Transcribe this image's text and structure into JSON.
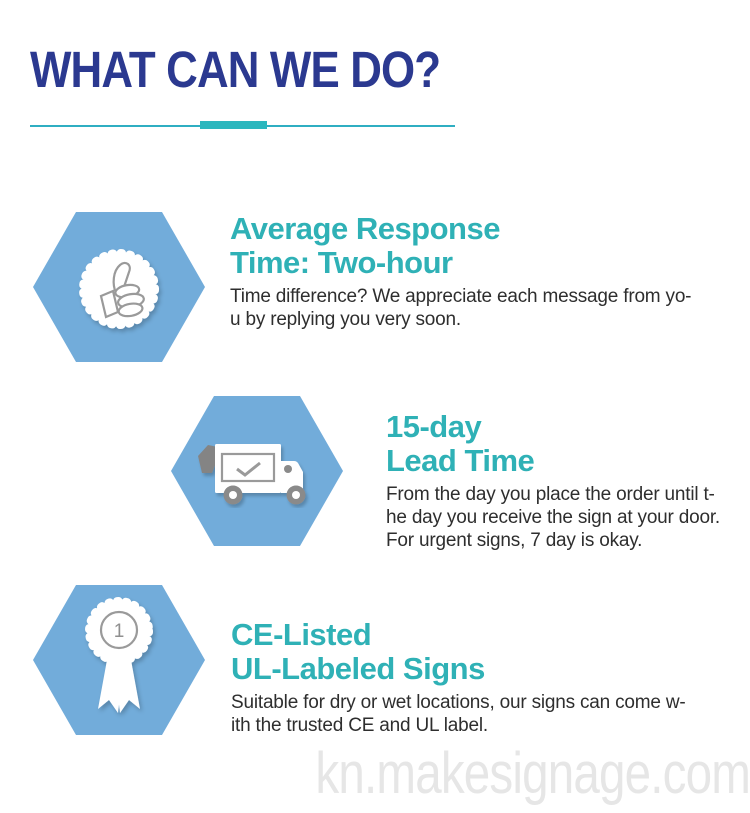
{
  "page": {
    "title": "WHAT CAN WE DO?",
    "watermark": "kn.makesignage.com"
  },
  "colors": {
    "title_navy": "#2B3990",
    "heading_teal": "#2FB1B6",
    "hexagon_blue": "#72ACDA",
    "divider_thin_teal": "#2FAEC2",
    "divider_thick_teal": "#2BB7BE",
    "body_text": "#2E2E2E",
    "icon_stroke_gray": "#9A9A9A",
    "watermark_gray": "#E6E6E6"
  },
  "sections": [
    {
      "icon": "thumbs-up-badge-icon",
      "heading_lines": [
        "Average Response",
        "Time: Two-hour"
      ],
      "body_lines": [
        "Time difference? We appreciate each message from yo-",
        "u by replying you very soon."
      ]
    },
    {
      "icon": "delivery-truck-icon",
      "heading_lines": [
        "15-day",
        "Lead Time"
      ],
      "body_lines": [
        "From the day you place the order until t-",
        "he day you receive the sign at your door.",
        "For urgent signs, 7 day is okay."
      ]
    },
    {
      "icon": "award-ribbon-icon",
      "badge_number": "1",
      "heading_lines": [
        "CE-Listed",
        "UL-Labeled Signs"
      ],
      "body_lines": [
        "Suitable for dry or wet locations, our signs can come w-",
        "ith the trusted CE and UL label."
      ]
    }
  ]
}
